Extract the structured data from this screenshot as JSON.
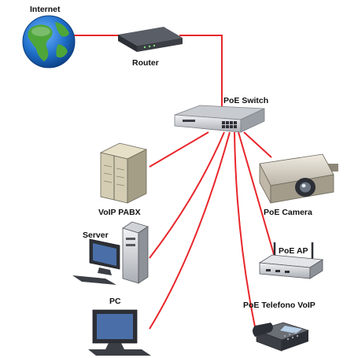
{
  "labels": {
    "internet": "Internet",
    "router": "Router",
    "poe_switch": "PoE Switch",
    "voip_pabx": "VoIP PABX",
    "server": "Server",
    "pc": "PC",
    "poe_camera": "PoE Camera",
    "poe_ap": "PoE AP",
    "poe_voip_phone": "PoE Telefono VoIP"
  },
  "colors": {
    "cable": "#e8262b",
    "globe_ocean": "#1f6fc9",
    "globe_land": "#4ea63a",
    "device_dark": "#3b3e44",
    "device_light": "#d8dadd"
  },
  "connections": [
    [
      "internet",
      "router"
    ],
    [
      "router",
      "poe_switch"
    ],
    [
      "poe_switch",
      "voip_pabx"
    ],
    [
      "poe_switch",
      "server"
    ],
    [
      "poe_switch",
      "pc"
    ],
    [
      "poe_switch",
      "poe_camera"
    ],
    [
      "poe_switch",
      "poe_ap"
    ],
    [
      "poe_switch",
      "poe_voip_phone"
    ]
  ]
}
